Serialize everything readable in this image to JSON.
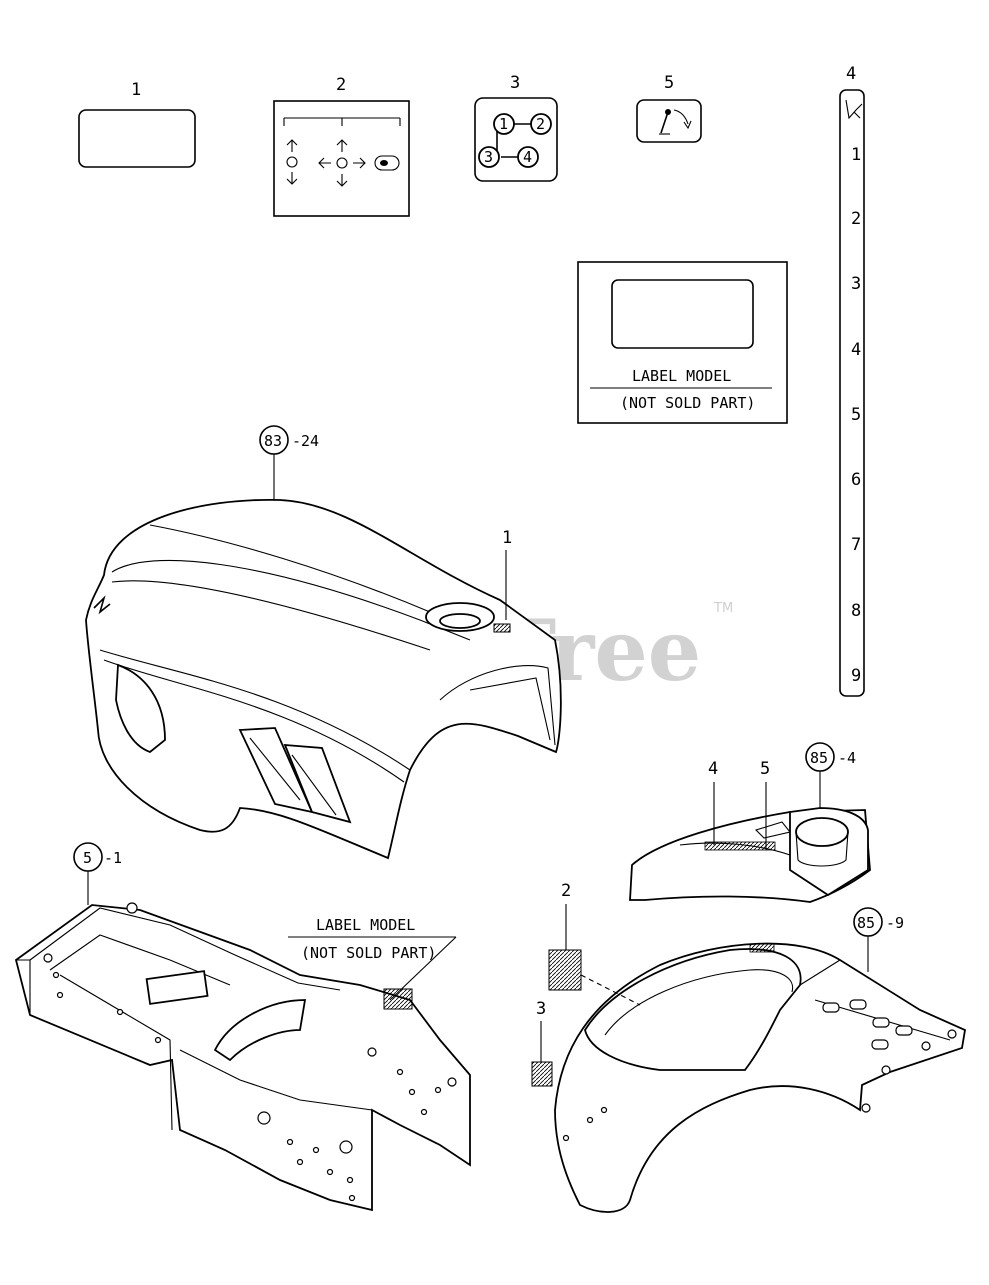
{
  "watermark": {
    "brand": "PartsTree",
    "trademark": "TM"
  },
  "decals": {
    "d1": {
      "callout": "1"
    },
    "d2": {
      "callout": "2"
    },
    "d3": {
      "callout": "3",
      "positions": [
        "1",
        "2",
        "3",
        "4"
      ]
    },
    "d5": {
      "callout": "5"
    },
    "d4": {
      "callout": "4",
      "scale": [
        "1",
        "2",
        "3",
        "4",
        "5",
        "6",
        "7",
        "8",
        "9"
      ]
    }
  },
  "label_model_box": {
    "line1": "LABEL MODEL",
    "line2": "(NOT SOLD PART)"
  },
  "hood": {
    "ref": "83",
    "suffix": "-24",
    "decal_callout": "1"
  },
  "frame": {
    "ref": "5",
    "suffix": "-1",
    "label_line1": "LABEL MODEL",
    "label_line2": "(NOT SOLD PART)"
  },
  "dash_panel": {
    "ref": "85",
    "suffix": "-4",
    "callout_a": "4",
    "callout_b": "5"
  },
  "fender": {
    "ref": "85",
    "suffix": "-9",
    "callout_a": "2",
    "callout_b": "3"
  }
}
